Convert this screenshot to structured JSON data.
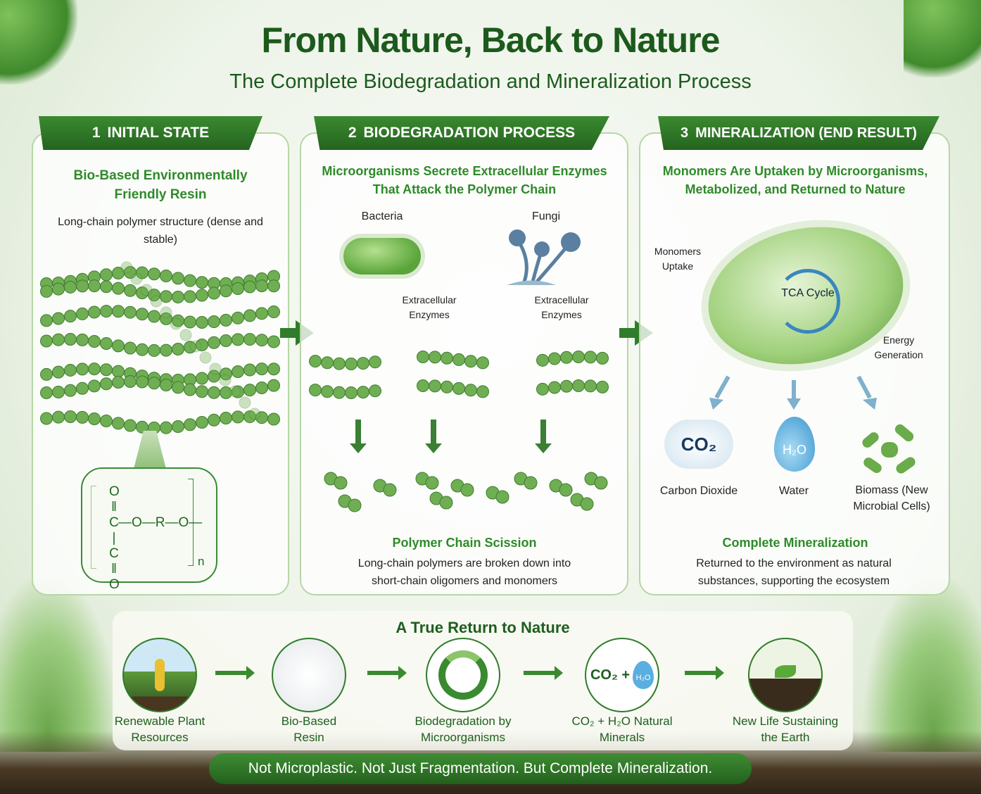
{
  "title": "From Nature, Back to Nature",
  "subtitle": "The Complete Biodegradation and Mineralization Process",
  "panels": [
    {
      "num": "1",
      "header": "INITIAL STATE",
      "heading": "Bio-Based Environmentally Friendly Resin",
      "desc": "Long-chain polymer structure (dense and stable)",
      "formula": {
        "top_o": "O",
        "dbl": "‖",
        "c1": "C",
        "chain": "—O—R—O—",
        "single": "|",
        "c2": "C",
        "bottom_o": "O",
        "n": "n"
      }
    },
    {
      "num": "2",
      "header": "BIODEGRADATION PROCESS",
      "heading": "Microorganisms Secrete Extracellular Enzymes That Attack the Polymer Chain",
      "bacteria": "Bacteria",
      "fungi": "Fungi",
      "enzymes_left": "Extracellular Enzymes",
      "enzymes_right": "Extracellular Enzymes",
      "result_title": "Polymer Chain Scission",
      "result_desc": "Long-chain polymers are broken down into short-chain oligomers and monomers"
    },
    {
      "num": "3",
      "header": "MINERALIZATION (END RESULT)",
      "heading": "Monomers Are Uptaken by Microorganisms, Metabolized, and Returned to Nature",
      "uptake": "Monomers Uptake",
      "tca": "TCA Cycle",
      "energy": "Energy Generation",
      "co2_icon": "CO₂",
      "h2o_icon": "H₂O",
      "products": [
        "Carbon Dioxide",
        "Water",
        "Biomass (New Microbial Cells)"
      ],
      "result_title": "Complete Mineralization",
      "result_desc": "Returned to the environment as natural substances, supporting the ecosystem"
    }
  ],
  "bottom": {
    "title": "A True Return to Nature",
    "steps": [
      {
        "icon": "corn-plant-icon",
        "label": "Renewable Plant Resources"
      },
      {
        "icon": "resin-pellets-icon",
        "label": "Bio-Based Resin"
      },
      {
        "icon": "recycle-leaf-icon",
        "label": "Biodegradation by Microorganisms"
      },
      {
        "icon": "co2-water-icon",
        "label": "CO₂ + H₂O Natural Minerals",
        "icon_text": "CO₂ +",
        "drop_text": "H₂O"
      },
      {
        "icon": "sprout-icon",
        "label": "New Life Sustaining the Earth"
      }
    ]
  },
  "banner": "Not Microplastic.  Not Just Fragmentation.  But Complete Mineralization.",
  "colors": {
    "dark_green": "#1c5a1c",
    "accent_green": "#2f8a2a",
    "blue": "#4a90c8"
  }
}
